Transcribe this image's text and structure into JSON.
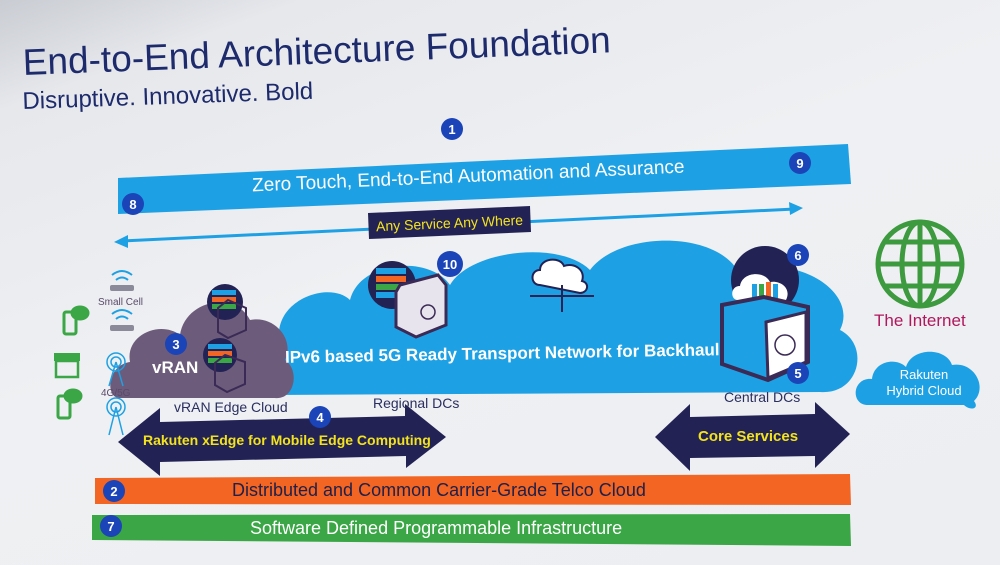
{
  "slide": {
    "title": "End-to-End Architecture Foundation",
    "subtitle": "Disruptive. Innovative. Bold"
  },
  "badges": {
    "b1": "1",
    "b2": "2",
    "b3": "3",
    "b4": "4",
    "b5": "5",
    "b6": "6",
    "b7": "7",
    "b8": "8",
    "b9": "9",
    "b10": "10"
  },
  "automation_bar": "Zero Touch, End-to-End Automation and Assurance",
  "any_service": "Any Service Any Where",
  "transport_cloud": "IPv6 based 5G Ready Transport Network for Backhaul",
  "vran": "vRAN",
  "labels": {
    "vran_edge": "vRAN Edge Cloud",
    "regional": "Regional DCs",
    "central": "Central DCs",
    "small_cell": "Small Cell",
    "g45": "4G/5G"
  },
  "xedge": "Rakuten xEdge for Mobile Edge Computing",
  "core_services": "Core Services",
  "telco_cloud_bar": "Distributed and Common Carrier-Grade Telco Cloud",
  "infra_bar": "Software Defined Programmable Infrastructure",
  "internet": "The Internet",
  "hybrid_cloud": {
    "line1": "Rakuten",
    "line2": "Hybrid Cloud"
  },
  "colors": {
    "blue": "#1da1e4",
    "navy": "#232255",
    "orange": "#f26522",
    "green": "#3aa645",
    "purple": "#6d5b7b",
    "yellow": "#f3e31c",
    "magenta": "#b0175d"
  }
}
